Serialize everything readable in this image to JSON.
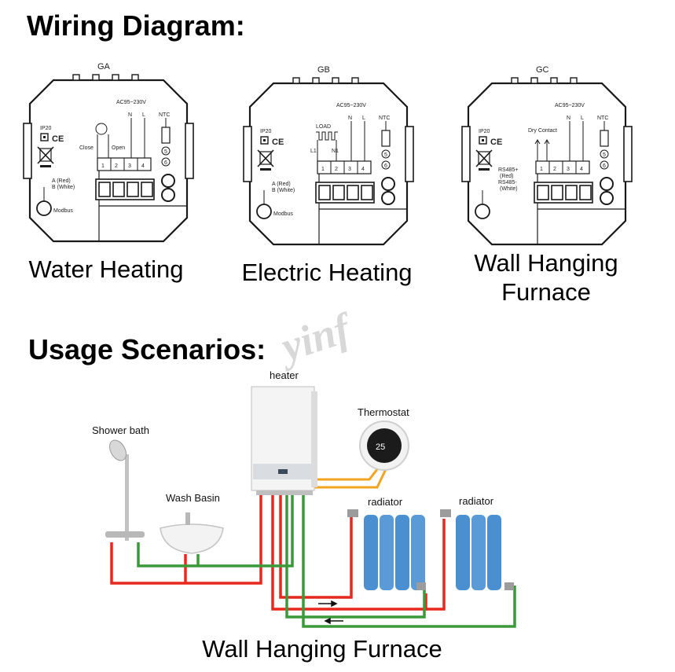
{
  "headings": {
    "wiring": "Wiring Diagram:",
    "usage": "Usage Scenarios:"
  },
  "watermark": "yinf",
  "panels": [
    {
      "model": "GA",
      "caption": "Water Heating",
      "voltage": "AC95~230V",
      "ip": "IP20",
      "ce": "CE",
      "terminals": [
        "1",
        "2",
        "3",
        "4"
      ],
      "ntc_terminals": [
        "5",
        "6"
      ],
      "top_labels": [
        "N",
        "L",
        "NTC"
      ],
      "wire_labels": [
        "Close",
        "Open"
      ],
      "bus_labels": [
        "A (Red)",
        "B (White)"
      ],
      "bus_name": "Modbus"
    },
    {
      "model": "GB",
      "caption": "Electric Heating",
      "voltage": "AC95~230V",
      "ip": "IP20",
      "ce": "CE",
      "terminals": [
        "1",
        "2",
        "3",
        "4"
      ],
      "ntc_terminals": [
        "5",
        "6"
      ],
      "top_labels": [
        "N",
        "L",
        "NTC"
      ],
      "load_label": "LOAD",
      "wire_labels": [
        "L1",
        "N1"
      ],
      "bus_labels": [
        "A (Red)",
        "B (White)"
      ],
      "bus_name": "Modbus"
    },
    {
      "model": "GC",
      "caption": "Wall Hanging Furnace",
      "voltage": "AC95~230V",
      "ip": "IP20",
      "ce": "CE",
      "terminals": [
        "1",
        "2",
        "3",
        "4"
      ],
      "ntc_terminals": [
        "5",
        "6"
      ],
      "top_labels": [
        "N",
        "L",
        "NTC"
      ],
      "contact_label": "Dry Contact",
      "bus_labels": [
        "RS485+",
        "(Red)",
        "RS485-",
        "(White)"
      ]
    }
  ],
  "scenario": {
    "heater": "heater",
    "thermostat": "Thermostat",
    "thermostat_display": "25",
    "shower": "Shower bath",
    "basin": "Wash Basin",
    "radiator_1": "radiator",
    "radiator_2": "radiator",
    "caption": "Wall Hanging Furnace"
  },
  "colors": {
    "hot_pipe": "#e8271f",
    "cold_pipe": "#3a9a3a",
    "signal_wire": "#f2a31f",
    "radiator": "#4a90d0",
    "panel_outline": "#1a1a1a"
  }
}
